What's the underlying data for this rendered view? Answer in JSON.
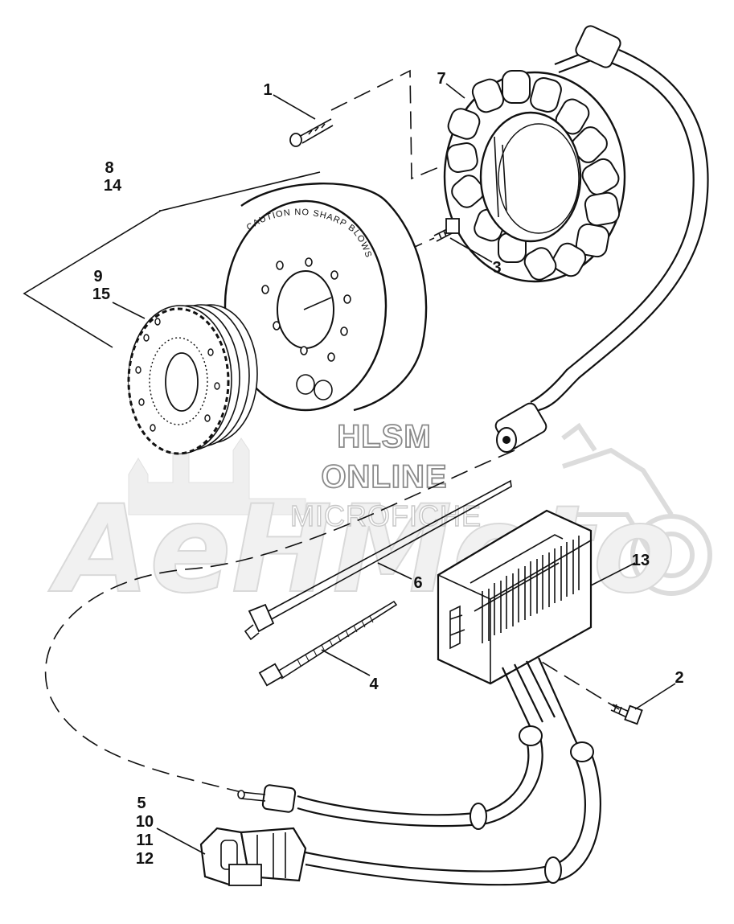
{
  "watermark": {
    "line1": "HLSM",
    "line2": "ONLINE",
    "line3": "MICROFICHE",
    "logo_text": "AeHMoto"
  },
  "flywheel_caution": "CAUTION NO SHARP BLOWS",
  "callouts": [
    {
      "id": "c1",
      "label": "1"
    },
    {
      "id": "c7",
      "label": "7"
    },
    {
      "id": "c8",
      "label": "8"
    },
    {
      "id": "c14",
      "label": "14"
    },
    {
      "id": "c9",
      "label": "9"
    },
    {
      "id": "c15",
      "label": "15"
    },
    {
      "id": "c3",
      "label": "3"
    },
    {
      "id": "c6",
      "label": "6"
    },
    {
      "id": "c13",
      "label": "13"
    },
    {
      "id": "c4",
      "label": "4"
    },
    {
      "id": "c2",
      "label": "2"
    },
    {
      "id": "c5",
      "label": "5"
    },
    {
      "id": "c10",
      "label": "10"
    },
    {
      "id": "c11",
      "label": "11"
    },
    {
      "id": "c12",
      "label": "12"
    }
  ]
}
